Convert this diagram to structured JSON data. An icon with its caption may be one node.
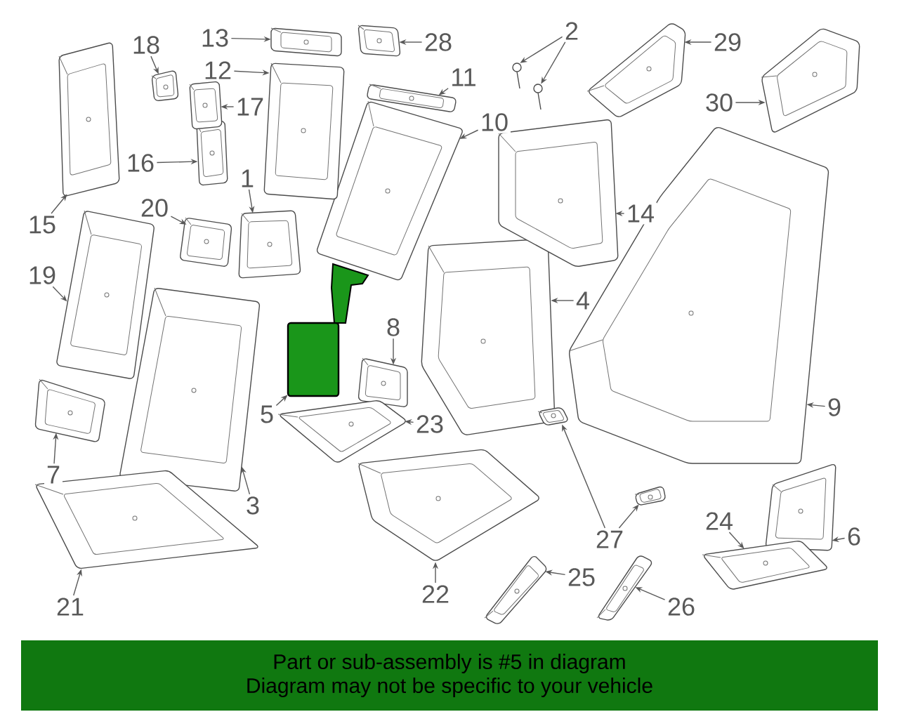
{
  "diagram": {
    "nodes": [
      {
        "text": [
          "1"
        ]
      },
      {
        "text": [
          "2"
        ]
      },
      {
        "text": [
          "3"
        ]
      },
      {
        "text": [
          "4"
        ]
      },
      {
        "text": [
          "5"
        ]
      },
      {
        "text": [
          "6"
        ]
      },
      {
        "text": [
          "7"
        ]
      },
      {
        "text": [
          "8"
        ]
      },
      {
        "text": [
          "9"
        ]
      },
      {
        "text": [
          "10"
        ]
      },
      {
        "text": [
          "11"
        ]
      },
      {
        "text": [
          "12"
        ]
      },
      {
        "text": [
          "13"
        ]
      },
      {
        "text": [
          "14"
        ]
      },
      {
        "text": [
          "15"
        ]
      },
      {
        "text": [
          "16"
        ]
      },
      {
        "text": [
          "17"
        ]
      },
      {
        "text": [
          "18"
        ]
      },
      {
        "text": [
          "19"
        ]
      },
      {
        "text": [
          "20"
        ]
      },
      {
        "text": [
          "21"
        ]
      },
      {
        "text": [
          "22"
        ]
      },
      {
        "text": [
          "23"
        ]
      },
      {
        "text": [
          "24"
        ]
      },
      {
        "text": [
          "25"
        ]
      },
      {
        "text": [
          "26"
        ]
      },
      {
        "text": [
          "27"
        ]
      },
      {
        "text": [
          "28"
        ]
      },
      {
        "text": [
          "29"
        ]
      },
      {
        "text": [
          "30"
        ]
      },
      {
        "text": [],
        "shape": "picture"
      },
      {
        "text": [],
        "shape": "picture"
      },
      {
        "text": [],
        "shape": "picture"
      },
      {
        "text": [],
        "shape": "picture"
      },
      {
        "text": [],
        "shape": "picture"
      },
      {
        "text": [],
        "shape": "picture"
      },
      {
        "text": [],
        "shape": "picture"
      },
      {
        "text": [],
        "shape": "picture"
      },
      {
        "text": [],
        "shape": "picture"
      },
      {
        "text": [],
        "shape": "picture"
      },
      {
        "text": [],
        "shape": "picture"
      },
      {
        "text": [],
        "shape": "picture"
      },
      {
        "text": [],
        "shape": "picture"
      },
      {
        "text": [],
        "shape": "picture"
      },
      {
        "text": [],
        "shape": "picture"
      },
      {
        "text": [],
        "shape": "picture"
      },
      {
        "text": [],
        "shape": "picture"
      },
      {
        "text": [],
        "shape": "picture"
      },
      {
        "text": [],
        "shape": "picture"
      },
      {
        "text": [],
        "shape": "picture"
      },
      {
        "text": [],
        "shape": "picture"
      },
      {
        "text": [],
        "shape": "picture"
      },
      {
        "text": [],
        "shape": "picture"
      },
      {
        "text": [],
        "shape": "picture"
      },
      {
        "text": [],
        "shape": "picture"
      },
      {
        "text": [],
        "shape": "picture"
      },
      {
        "text": [],
        "shape": "picture"
      },
      {
        "text": [],
        "shape": "picture"
      },
      {
        "text": [],
        "shape": "picture"
      },
      {
        "text": [],
        "shape": "picture"
      },
      {
        "text": [],
        "shape": "picture"
      },
      {
        "text": [],
        "shape": "picture"
      },
      {
        "text": [
          "Part or sub-assembly is #5 in diagram",
          "Diagram may not be specific to your vehicle"
        ]
      }
    ],
    "edges": [
      {
        "from": 0,
        "to": 30,
        "arrow": "to"
      },
      {
        "from": 1,
        "to": 31,
        "arrow": "to"
      },
      {
        "from": 1,
        "to": 32,
        "arrow": "to"
      },
      {
        "from": 2,
        "to": 33,
        "arrow": "to"
      },
      {
        "from": 3,
        "to": 34,
        "arrow": "to"
      },
      {
        "from": 4,
        "to": 35,
        "arrow": "to"
      },
      {
        "from": 5,
        "to": 36,
        "arrow": "to"
      },
      {
        "from": 6,
        "to": 37,
        "arrow": "to"
      },
      {
        "from": 7,
        "to": 38,
        "arrow": "to"
      },
      {
        "from": 8,
        "to": 39,
        "arrow": "to"
      },
      {
        "from": 9,
        "to": 40,
        "arrow": "to"
      },
      {
        "from": 10,
        "to": 41,
        "arrow": "to"
      },
      {
        "from": 11,
        "to": 42,
        "arrow": "to"
      },
      {
        "from": 12,
        "to": 43,
        "arrow": "to"
      },
      {
        "from": 13,
        "to": 44,
        "arrow": "to"
      },
      {
        "from": 14,
        "to": 45,
        "arrow": "to"
      },
      {
        "from": 15,
        "to": 46,
        "arrow": "to"
      },
      {
        "from": 16,
        "to": 47,
        "arrow": "to"
      },
      {
        "from": 17,
        "to": 48,
        "arrow": "to"
      },
      {
        "from": 18,
        "to": 49,
        "arrow": "to"
      },
      {
        "from": 19,
        "to": 50,
        "arrow": "to"
      },
      {
        "from": 20,
        "to": 51,
        "arrow": "to"
      },
      {
        "from": 21,
        "to": 52,
        "arrow": "to"
      },
      {
        "from": 22,
        "to": 53,
        "arrow": "to"
      },
      {
        "from": 23,
        "to": 54,
        "arrow": "to"
      },
      {
        "from": 24,
        "to": 55,
        "arrow": "to"
      },
      {
        "from": 25,
        "to": 56,
        "arrow": "to"
      },
      {
        "from": 26,
        "to": 57,
        "arrow": "to"
      },
      {
        "from": 26,
        "to": 58,
        "arrow": "to"
      },
      {
        "from": 27,
        "to": 59,
        "arrow": "to"
      },
      {
        "from": 28,
        "to": 60,
        "arrow": "to"
      },
      {
        "from": 29,
        "to": 61,
        "arrow": "to"
      }
    ]
  }
}
